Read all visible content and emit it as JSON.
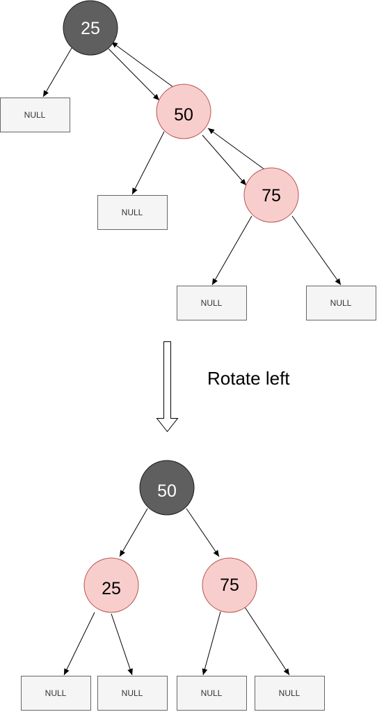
{
  "colors": {
    "black_node_fill": "#5f5f5f",
    "black_node_stroke": "#1a1a1a",
    "red_node_fill": "#f8cecc",
    "red_node_stroke": "#b85450",
    "null_fill": "#f5f5f5",
    "null_stroke": "#666666",
    "edge": "#000000"
  },
  "caption": "Rotate left",
  "before": {
    "nodes": [
      {
        "value": "25",
        "color": "black"
      },
      {
        "value": "50",
        "color": "red"
      },
      {
        "value": "75",
        "color": "red"
      }
    ],
    "null_label": "NULL"
  },
  "after": {
    "nodes": [
      {
        "value": "50",
        "color": "black"
      },
      {
        "value": "25",
        "color": "red"
      },
      {
        "value": "75",
        "color": "red"
      }
    ],
    "null_label": "NULL"
  }
}
